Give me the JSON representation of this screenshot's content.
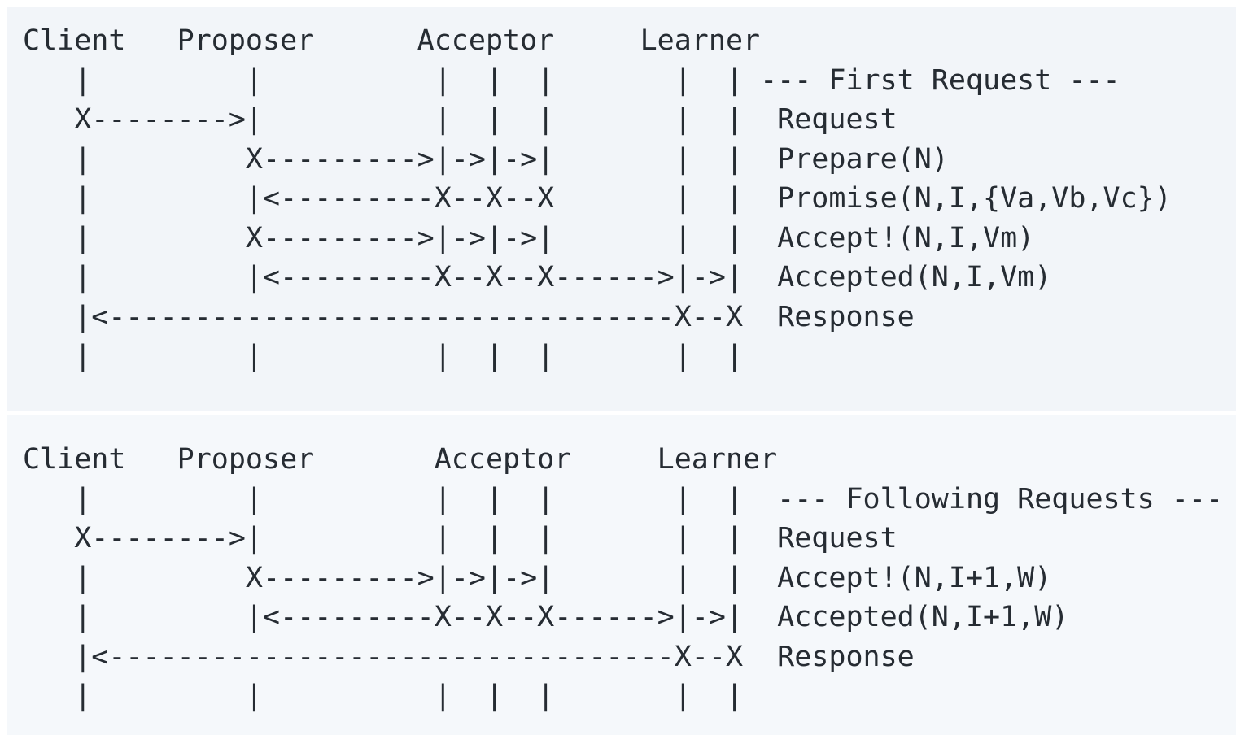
{
  "page": {
    "background_color": "#ffffff",
    "code_block_color_top": "#f2f5f9",
    "code_block_color_bottom": "#f5f8fb",
    "text_color": "#262c33"
  },
  "first_request_diagram": {
    "title": "--- First Request ---",
    "actors": [
      "Client",
      "Proposer",
      "Acceptor",
      "Learner"
    ],
    "messages": [
      "Request",
      "Prepare(N)",
      "Promise(N,I,{Va,Vb,Vc})",
      "Accept!(N,I,Vm)",
      "Accepted(N,I,Vm)",
      "Response"
    ],
    "lines": [
      "Client   Proposer      Acceptor     Learner",
      "   |         |          |  |  |       |  | --- First Request ---",
      "   X-------->|          |  |  |       |  |  Request",
      "   |         X--------->|->|->|       |  |  Prepare(N)",
      "   |         |<---------X--X--X       |  |  Promise(N,I,{Va,Vb,Vc})",
      "   |         X--------->|->|->|       |  |  Accept!(N,I,Vm)",
      "   |         |<---------X--X--X------>|->|  Accepted(N,I,Vm)",
      "   |<---------------------------------X--X  Response",
      "   |         |          |  |  |       |  |"
    ]
  },
  "following_requests_diagram": {
    "title": "--- Following Requests ---",
    "actors": [
      "Client",
      "Proposer",
      "Acceptor",
      "Learner"
    ],
    "messages": [
      "Request",
      "Accept!(N,I+1,W)",
      "Accepted(N,I+1,W)",
      "Response"
    ],
    "lines": [
      "Client   Proposer       Acceptor     Learner",
      "   |         |          |  |  |       |  |  --- Following Requests ---",
      "   X-------->|          |  |  |       |  |  Request",
      "   |         X--------->|->|->|       |  |  Accept!(N,I+1,W)",
      "   |         |<---------X--X--X------>|->|  Accepted(N,I+1,W)",
      "   |<---------------------------------X--X  Response",
      "   |         |          |  |  |       |  |"
    ]
  }
}
